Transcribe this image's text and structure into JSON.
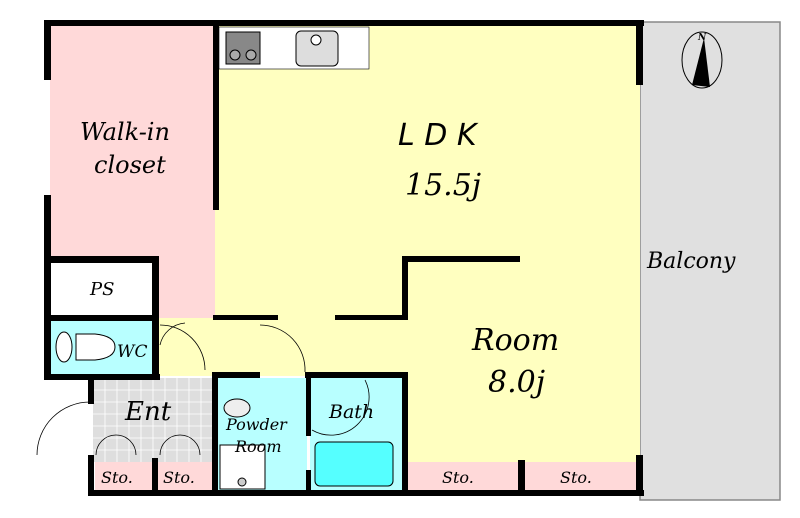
{
  "rooms": {
    "walk_in_closet": {
      "line1": "Walk-in",
      "line2": "closet"
    },
    "ldk": {
      "name": "L D K",
      "size": "15.5j"
    },
    "balcony": {
      "name": "Balcony"
    },
    "ps": {
      "name": "PS"
    },
    "wc": {
      "name": "WC"
    },
    "entrance": {
      "name": "Ent"
    },
    "powder_room": {
      "line1": "Powder",
      "line2": "Room"
    },
    "bath": {
      "name": "Bath"
    },
    "room": {
      "name": "Room",
      "size": "8.0j"
    },
    "storage": [
      "Sto.",
      "Sto.",
      "Sto.",
      "Sto."
    ]
  },
  "compass": {
    "label": "N"
  },
  "colors": {
    "closet": "#ffd9d9",
    "ldk": "#ffffc0",
    "wet": "#b8ffff",
    "balcony": "#e0e0e0",
    "entrance": "#dedede",
    "wall": "#000000"
  }
}
